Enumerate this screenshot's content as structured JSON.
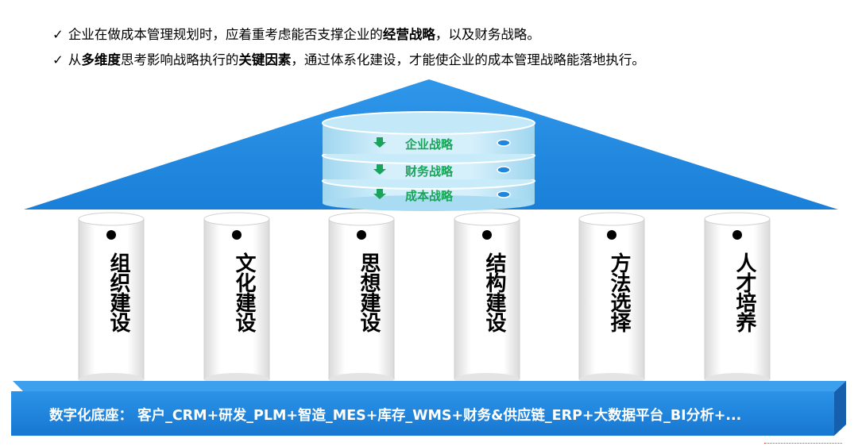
{
  "bullets": [
    {
      "mark": "✓",
      "pre": "企业在做成本管理规划时，应着重考虑能否支撑企业的",
      "bold": "经营战略",
      "post": "，以及财务战略。"
    },
    {
      "mark": "✓",
      "pre": "从",
      "bold": "多维度",
      "mid": "思考影响战略执行的",
      "bold2": "关键因素",
      "post": "，通过体系化建设，才能使企业的成本管理战略能落地执行。"
    }
  ],
  "strategy_layers": [
    "企业战略",
    "财务战略",
    "成本战略"
  ],
  "pillars": [
    "组织建设",
    "文化建设",
    "思想建设",
    "结构建设",
    "方法选择",
    "人才培养"
  ],
  "base": {
    "label": "数字化底座：  客户_CRM+研发_PLM+智造_MES+库存_WMS+财务&供应链_ERP+大数据平台_BI分析+..."
  },
  "colors": {
    "roof": "#1f86e0",
    "cylinder": "#bfe6f7",
    "layer_text": "#1aa35a",
    "base": "#1f86e0",
    "arrow": "#1aa35a"
  }
}
